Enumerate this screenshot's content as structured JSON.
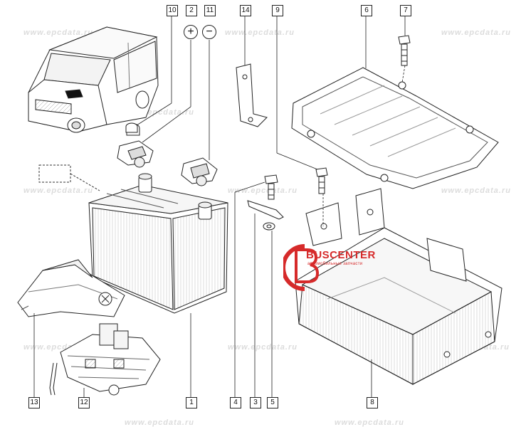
{
  "watermarks": {
    "text": "www.epcdata.ru"
  },
  "logo": {
    "brand": "BUSCENTER",
    "tagline": "автомобильные запчасти",
    "primary_color": "#d62a2a"
  },
  "callouts": {
    "p1": "1",
    "p2": "2",
    "p3": "3",
    "p4": "4",
    "p5": "5",
    "p6": "6",
    "p7": "7",
    "p8": "8",
    "p9": "9",
    "p10": "10",
    "p11": "11",
    "p12": "12",
    "p13": "13",
    "p14": "14"
  },
  "terminal_signs": {
    "positive": "+",
    "negative": "−"
  }
}
